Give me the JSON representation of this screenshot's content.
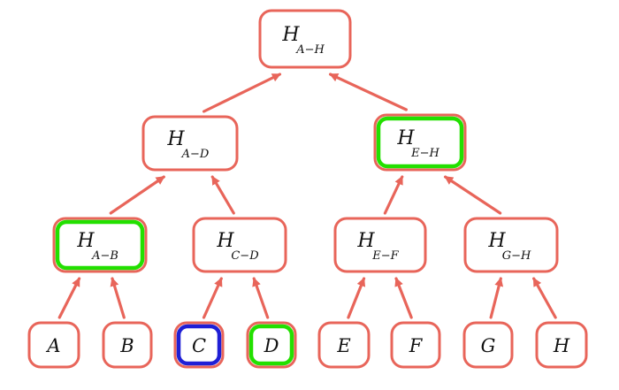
{
  "colors": {
    "node_border": "#e8655a",
    "node_fill": "#ffffff",
    "edge": "#e8655a",
    "highlight_green": "#22e000",
    "highlight_blue": "#1f1fd6",
    "text": "#111111"
  },
  "nodes": [
    {
      "id": "h-a-h",
      "main": "H",
      "sub": "A−H",
      "level": 0,
      "highlight": "none"
    },
    {
      "id": "h-a-d",
      "main": "H",
      "sub": "A−D",
      "level": 1,
      "highlight": "none"
    },
    {
      "id": "h-e-h",
      "main": "H",
      "sub": "E−H",
      "level": 1,
      "highlight": "green"
    },
    {
      "id": "h-a-b",
      "main": "H",
      "sub": "A−B",
      "level": 2,
      "highlight": "green"
    },
    {
      "id": "h-c-d",
      "main": "H",
      "sub": "C−D",
      "level": 2,
      "highlight": "none"
    },
    {
      "id": "h-e-f",
      "main": "H",
      "sub": "E−F",
      "level": 2,
      "highlight": "none"
    },
    {
      "id": "h-g-h",
      "main": "H",
      "sub": "G−H",
      "level": 2,
      "highlight": "none"
    },
    {
      "id": "leaf-a",
      "main": "A",
      "sub": "",
      "level": 3,
      "highlight": "none"
    },
    {
      "id": "leaf-b",
      "main": "B",
      "sub": "",
      "level": 3,
      "highlight": "none"
    },
    {
      "id": "leaf-c",
      "main": "C",
      "sub": "",
      "level": 3,
      "highlight": "blue"
    },
    {
      "id": "leaf-d",
      "main": "D",
      "sub": "",
      "level": 3,
      "highlight": "green"
    },
    {
      "id": "leaf-e",
      "main": "E",
      "sub": "",
      "level": 3,
      "highlight": "none"
    },
    {
      "id": "leaf-f",
      "main": "F",
      "sub": "",
      "level": 3,
      "highlight": "none"
    },
    {
      "id": "leaf-g",
      "main": "G",
      "sub": "",
      "level": 3,
      "highlight": "none"
    },
    {
      "id": "leaf-h",
      "main": "H",
      "sub": "",
      "level": 3,
      "highlight": "none"
    }
  ],
  "edges": [
    {
      "from": "h-a-d",
      "to": "h-a-h"
    },
    {
      "from": "h-e-h",
      "to": "h-a-h"
    },
    {
      "from": "h-a-b",
      "to": "h-a-d"
    },
    {
      "from": "h-c-d",
      "to": "h-a-d"
    },
    {
      "from": "h-e-f",
      "to": "h-e-h"
    },
    {
      "from": "h-g-h",
      "to": "h-e-h"
    },
    {
      "from": "leaf-a",
      "to": "h-a-b"
    },
    {
      "from": "leaf-b",
      "to": "h-a-b"
    },
    {
      "from": "leaf-c",
      "to": "h-c-d"
    },
    {
      "from": "leaf-d",
      "to": "h-c-d"
    },
    {
      "from": "leaf-e",
      "to": "h-e-f"
    },
    {
      "from": "leaf-f",
      "to": "h-e-f"
    },
    {
      "from": "leaf-g",
      "to": "h-g-h"
    },
    {
      "from": "leaf-h",
      "to": "h-g-h"
    }
  ]
}
